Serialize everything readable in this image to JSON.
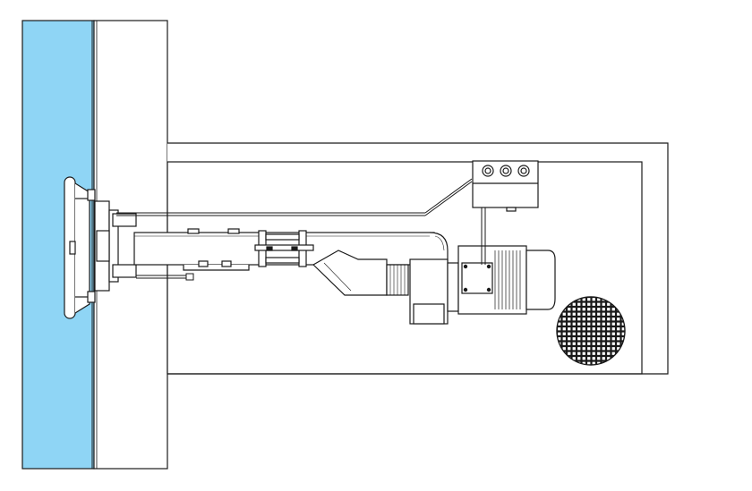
{
  "diagram": {
    "water_color": "#8fd5f5",
    "line_color": "#1a1a1a",
    "fill_color": "#ffffff",
    "control_box_indicators": 3,
    "grille_label": "",
    "components": [
      "pool-water",
      "pool-wall",
      "machine-room",
      "nozzle-head",
      "drive-shaft",
      "pipe-couplings",
      "pipe-elbow",
      "pump-housing",
      "electric-motor",
      "control-box",
      "ventilation-grille"
    ]
  }
}
